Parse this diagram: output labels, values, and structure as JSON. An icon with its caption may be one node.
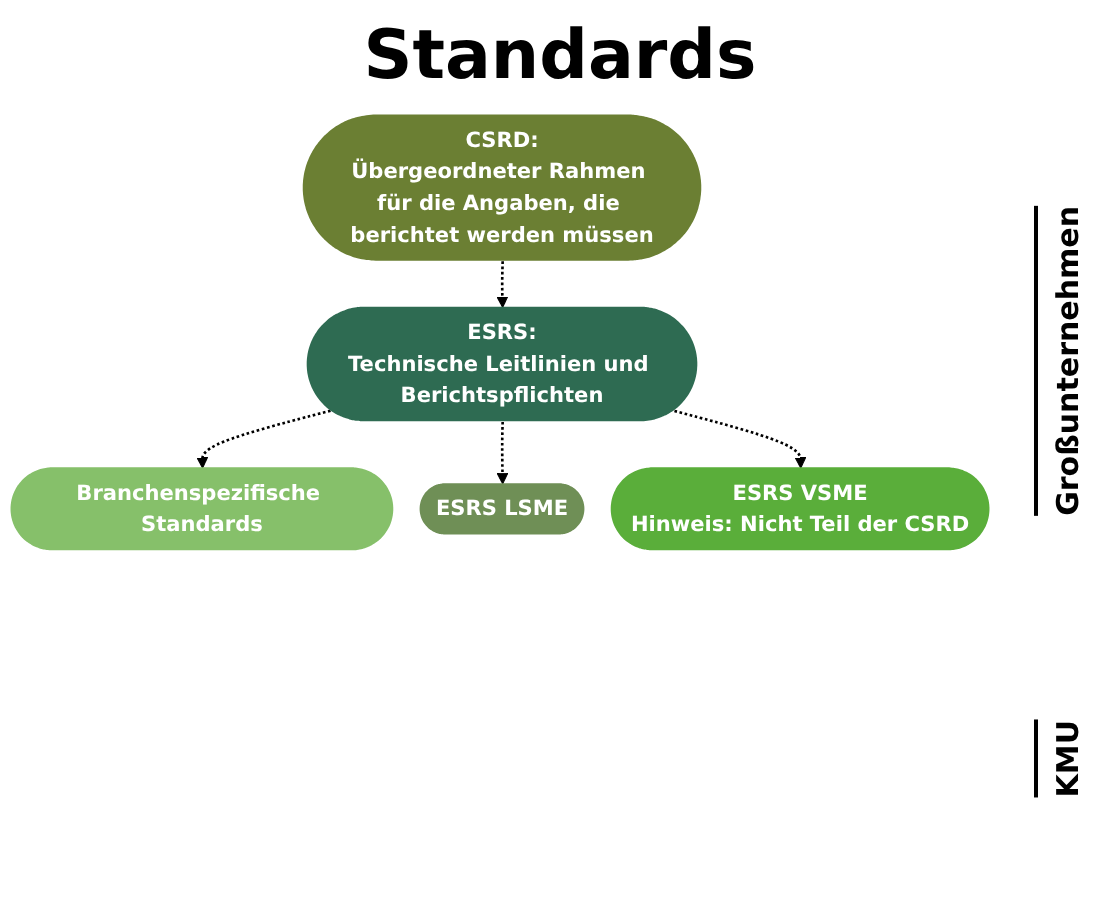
{
  "diagram": {
    "title": "Standards",
    "nodes": [
      {
        "text": [
          "CSRD:",
          "Übergeordneter Rahmen für die Angaben, die berichtet werden müssen"
        ]
      },
      {
        "text": [
          "ESRS:",
          "Technische Leitlinien und Berichtspflichten"
        ]
      },
      {
        "text": [
          "Branchenspezifische Standards"
        ]
      },
      {
        "text": [
          "ESRS LSME"
        ]
      },
      {
        "text": [
          "ESRS VSME",
          "Hinweis: Nicht Teil der CSRD"
        ]
      }
    ],
    "edges": [
      {
        "from": 0,
        "to": 1,
        "arrow": "to",
        "style": "dashed"
      },
      {
        "from": 1,
        "to": 2,
        "arrow": "to",
        "style": "dashed"
      },
      {
        "from": 1,
        "to": 3,
        "arrow": "to",
        "style": "dashed"
      },
      {
        "from": 1,
        "to": 4,
        "arrow": "to",
        "style": "dashed"
      }
    ],
    "labels": [
      "Großunternehmen",
      "KMU"
    ]
  }
}
